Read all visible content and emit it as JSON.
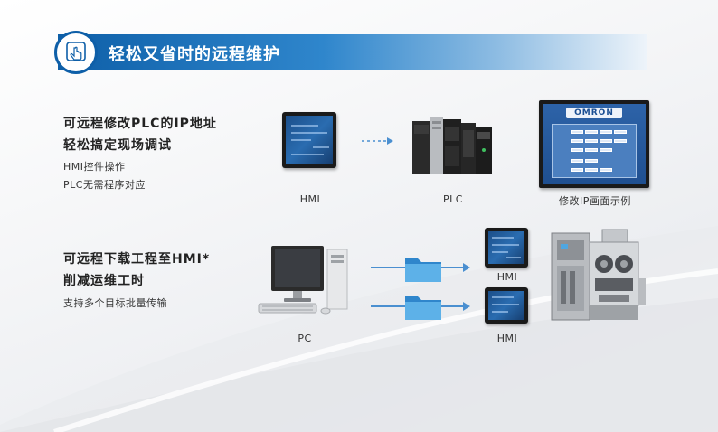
{
  "header": {
    "title": "轻松又省时的远程维护",
    "icon": "touch-hand-icon"
  },
  "section1": {
    "heading_line1": "可远程修改PLC的IP地址",
    "heading_line2": "轻松搞定现场调试",
    "sub_line1": "HMI控件操作",
    "sub_line2": "PLC无需程序对应",
    "captions": {
      "hmi": "HMI",
      "plc": "PLC",
      "ip_example": "修改IP画面示例"
    },
    "omron_logo": "OMRON"
  },
  "section2": {
    "heading_line1": "可远程下载工程至HMI*",
    "heading_line2": "削减运维工时",
    "sub_line1": "支持多个目标批量传输",
    "captions": {
      "pc": "PC",
      "hmi_top": "HMI",
      "hmi_bottom": "HMI"
    }
  },
  "colors": {
    "banner_start": "#0e5fa8",
    "banner_end": "#eef4fa",
    "arrow": "#4a8fd0",
    "folder": "#4fa6e0"
  }
}
